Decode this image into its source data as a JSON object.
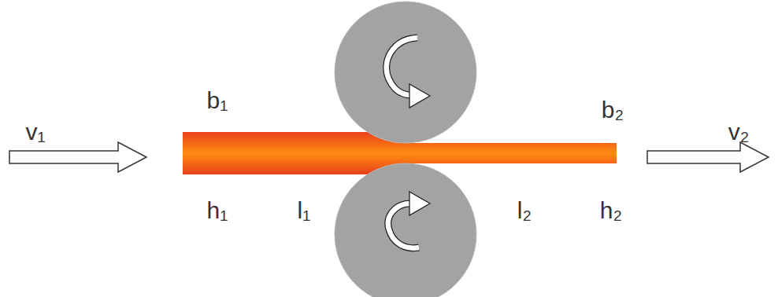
{
  "diagram": {
    "labels": [
      "b₁",
      "b₂",
      "v₁",
      "v₂",
      "h₁",
      "l₁",
      "l₂",
      "h₂"
    ]
  }
}
